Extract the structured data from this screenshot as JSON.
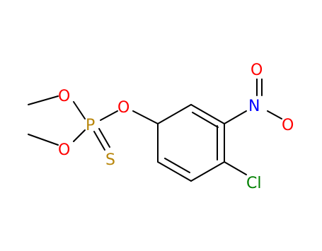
{
  "atom_labels": {
    "o_methoxy_top": "O",
    "o_methoxy_bottom": "O",
    "p": "P",
    "s": "S",
    "o_aryl": "O",
    "n": "N",
    "o_nitro_top": "O",
    "o_nitro_right": "O",
    "cl": "Cl"
  },
  "element_colors": {
    "O": "#ff0000",
    "P": "#b8860b",
    "S": "#b8860b",
    "N": "#0000ff",
    "Cl": "#008000",
    "C": "#000000"
  }
}
